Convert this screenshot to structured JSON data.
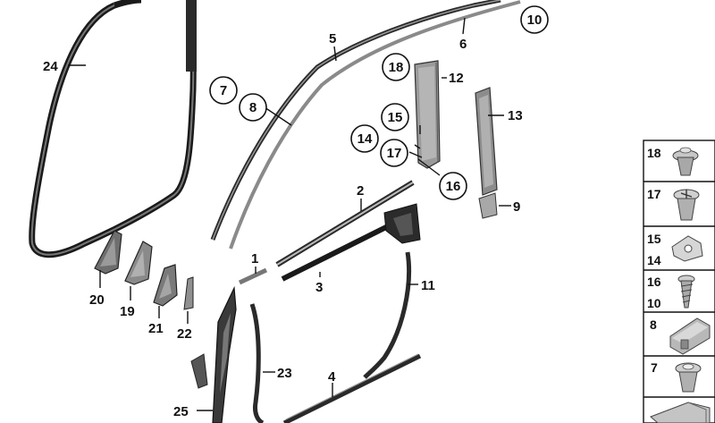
{
  "callouts": [
    {
      "id": "c24",
      "text": "24"
    },
    {
      "id": "c5",
      "text": "5"
    },
    {
      "id": "c6",
      "text": "6"
    },
    {
      "id": "c12",
      "text": "12"
    },
    {
      "id": "c13",
      "text": "13"
    },
    {
      "id": "c2",
      "text": "2"
    },
    {
      "id": "c9",
      "text": "9"
    },
    {
      "id": "c1",
      "text": "1"
    },
    {
      "id": "c3",
      "text": "3"
    },
    {
      "id": "c11",
      "text": "11"
    },
    {
      "id": "c20",
      "text": "20"
    },
    {
      "id": "c19",
      "text": "19"
    },
    {
      "id": "c21",
      "text": "21"
    },
    {
      "id": "c22",
      "text": "22"
    },
    {
      "id": "c23",
      "text": "23"
    },
    {
      "id": "c4",
      "text": "4"
    },
    {
      "id": "c25",
      "text": "25"
    }
  ],
  "circled": [
    {
      "id": "k10",
      "text": "10"
    },
    {
      "id": "k18",
      "text": "18"
    },
    {
      "id": "k7",
      "text": "7"
    },
    {
      "id": "k8",
      "text": "8"
    },
    {
      "id": "k15",
      "text": "15"
    },
    {
      "id": "k14",
      "text": "14"
    },
    {
      "id": "k17",
      "text": "17"
    },
    {
      "id": "k16",
      "text": "16"
    }
  ],
  "legend": [
    {
      "labels": [
        "18"
      ],
      "part": "rivet-clip"
    },
    {
      "labels": [
        "17"
      ],
      "part": "expanding-clip"
    },
    {
      "labels": [
        "15",
        "14"
      ],
      "part": "clip-plate"
    },
    {
      "labels": [
        "16",
        "10"
      ],
      "part": "screw"
    },
    {
      "labels": [
        "8"
      ],
      "part": "retainer-clip"
    },
    {
      "labels": [
        "7"
      ],
      "part": "push-clip"
    },
    {
      "labels": [],
      "part": "wedge-bracket"
    }
  ]
}
